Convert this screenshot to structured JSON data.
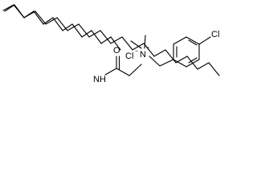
{
  "molecule": {
    "atoms": {
      "nh": "NH",
      "carbonyl_oxygen": "O",
      "chloride_ion": "Cl",
      "chloride_charge": "−",
      "ammonium_nitrogen": "N",
      "ammonium_charge": "+",
      "ring_chlorine": "Cl"
    }
  }
}
